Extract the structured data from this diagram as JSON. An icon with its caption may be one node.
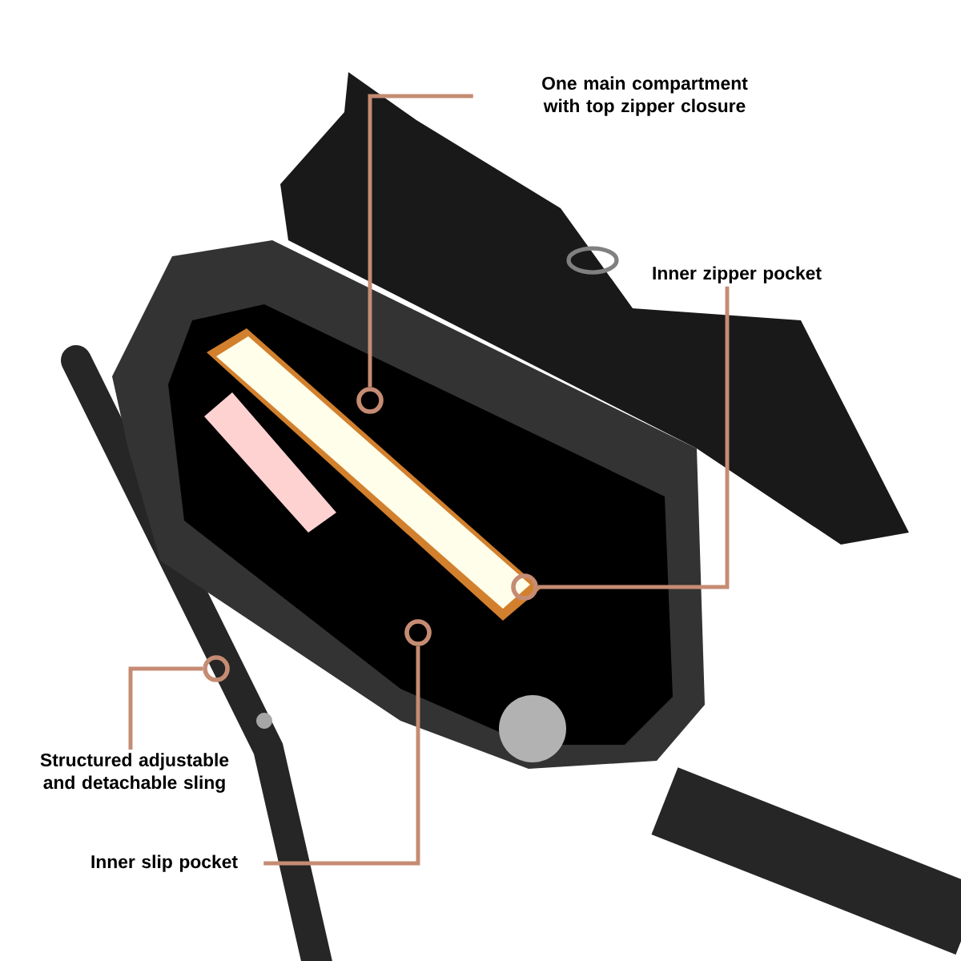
{
  "diagram": {
    "nodes": [
      {
        "text": [
          "One main compartment with top zipper closure"
        ]
      },
      {
        "text": [
          "Inner zipper pocket"
        ]
      },
      {
        "text": [
          "Structured adjustable and detachable sling"
        ]
      },
      {
        "text": [
          "Inner slip pocket"
        ]
      },
      {
        "text": [],
        "shape": "circle"
      },
      {
        "text": [],
        "shape": "circle"
      },
      {
        "text": [],
        "shape": "circle"
      },
      {
        "text": [],
        "shape": "circle"
      }
    ],
    "edges": [
      {
        "from": 0,
        "to": 5,
        "arrow": "none"
      },
      {
        "from": 1,
        "to": 7,
        "arrow": "none"
      },
      {
        "from": 2,
        "to": 4,
        "arrow": "none"
      },
      {
        "from": 3,
        "to": 6,
        "arrow": "none"
      }
    ]
  }
}
